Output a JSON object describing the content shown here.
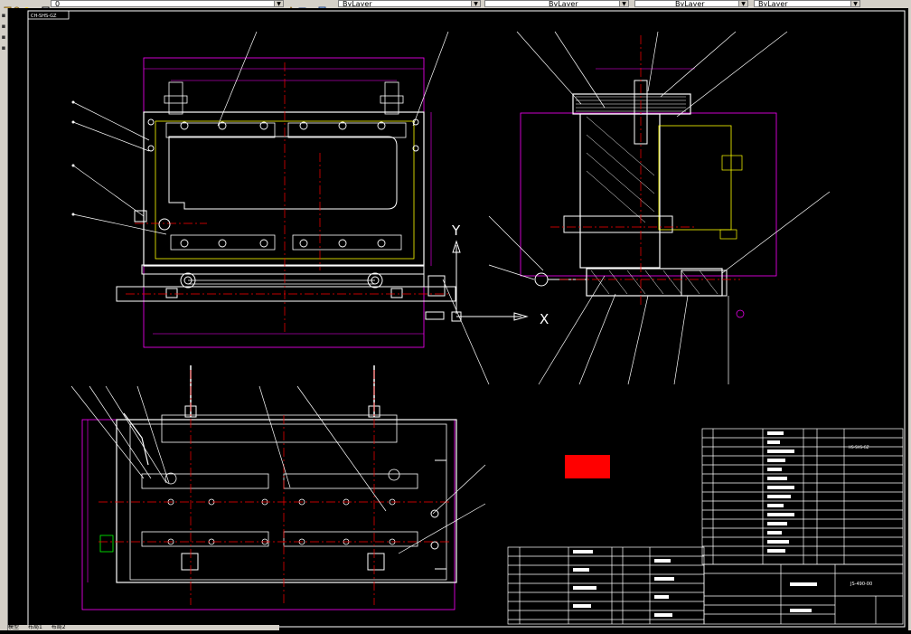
{
  "toolbar": {
    "layer_combo": "0",
    "color_combo": "ByLayer",
    "linetype_combo": "ByLayer",
    "lineweight_combo": "ByLayer",
    "plotstyle_combo": "ByLayer"
  },
  "drawing": {
    "title_tag": "CH-SHS-GZ",
    "axis_y_label": "Y",
    "axis_x_label": "X",
    "title_block_name": "JS-490-00",
    "title_block_note": "HS-SHS-GZ"
  },
  "layout_tabs": [
    "模型",
    "布局1",
    "布局2"
  ],
  "colors": {
    "background": "#000000",
    "outline": "#ffffff",
    "dimension": "#ff00ff",
    "centerline": "#ff0000",
    "hidden": "#ffff00",
    "annotation": "#00ff00",
    "ucs": "#ffffff"
  }
}
